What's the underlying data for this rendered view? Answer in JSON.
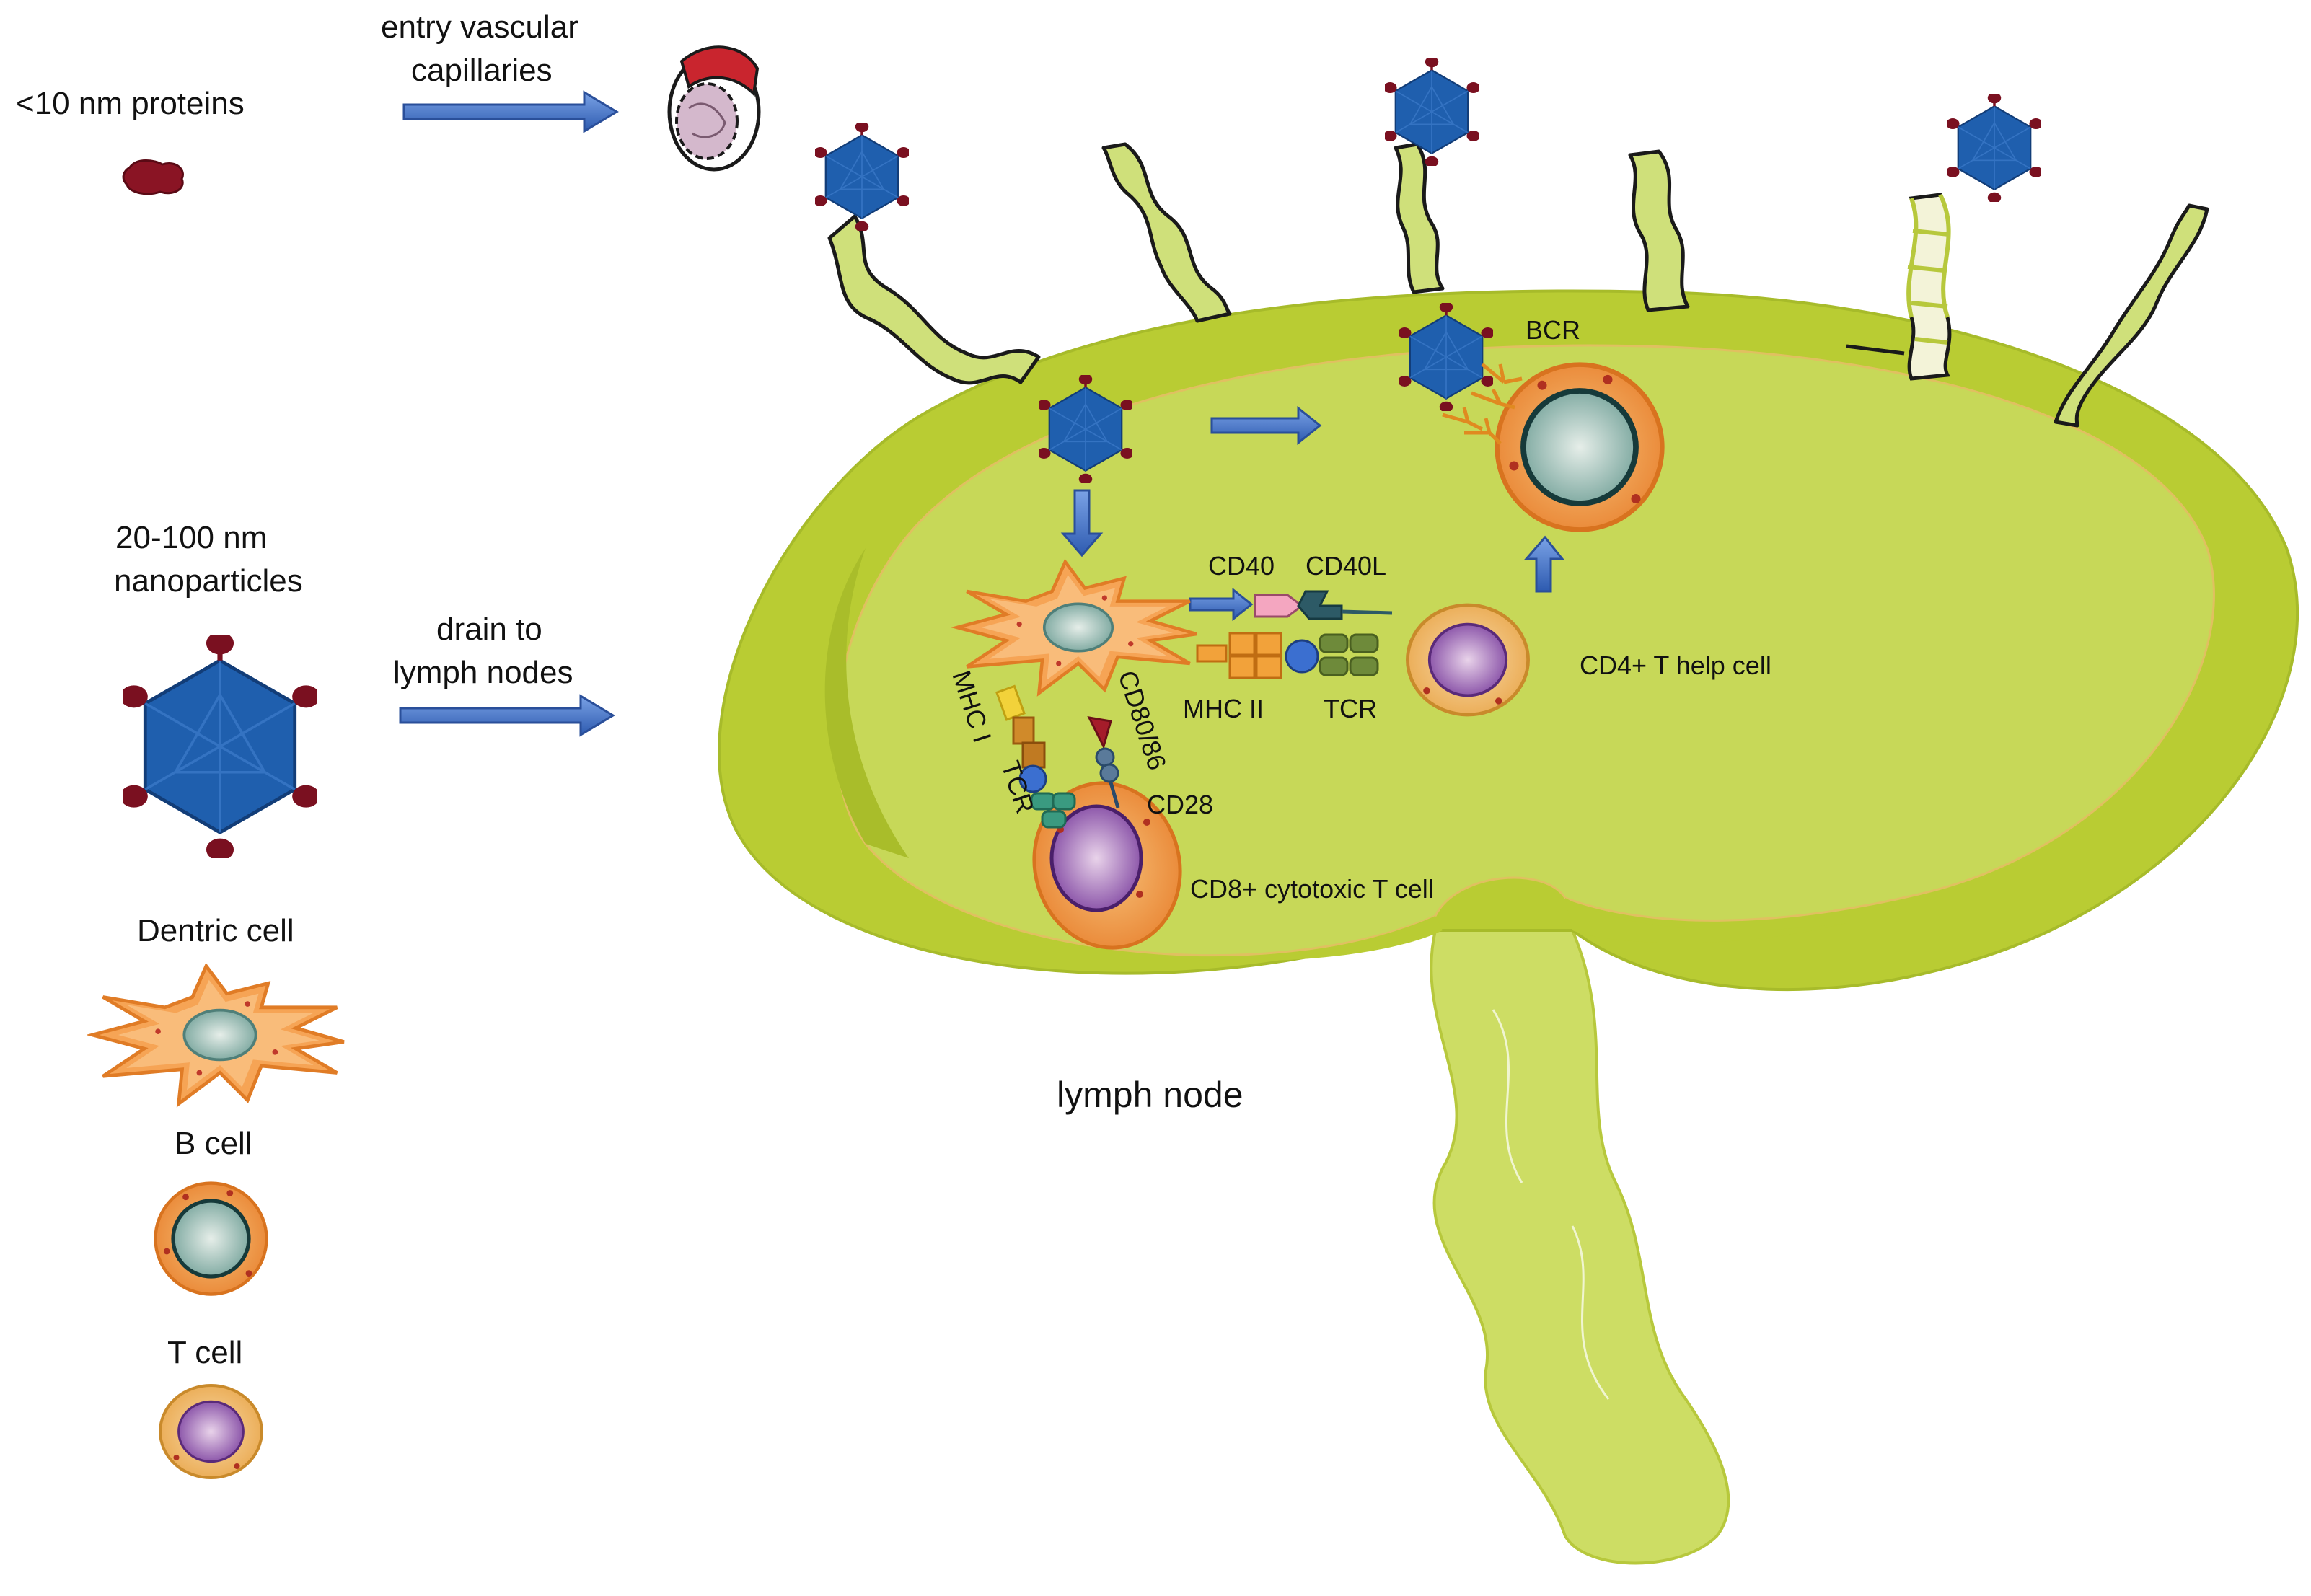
{
  "legend": {
    "small_proteins": "<10 nm proteins",
    "nanoparticles_line1": "20-100 nm",
    "nanoparticles_line2": "nanoparticles",
    "dendritic_cell": "Dentric cell",
    "b_cell": "B cell",
    "t_cell": "T cell"
  },
  "arrows": {
    "entry_line1": "entry vascular",
    "entry_line2": "capillaries",
    "drain_line1": "drain to",
    "drain_line2": "lymph nodes"
  },
  "lymph_node": {
    "label": "lymph node",
    "bcr": "BCR",
    "cd40": "CD40",
    "cd40l": "CD40L",
    "mhc_ii": "MHC II",
    "tcr_cd4": "TCR",
    "cd4_cell": "CD4+ T help cell",
    "mhc_i": "MHC I",
    "tcr_cd8": "TCR",
    "cd80_86": "CD80/86",
    "cd28": "CD28",
    "cd8_cell": "CD8+  cytotoxic T cell"
  },
  "colors": {
    "node_outer": "#b9cc33",
    "node_inner": "#c7d858",
    "vessel": "#cfe07a",
    "particle": "#1f5fae",
    "particle_knob": "#7a1020",
    "arrow": "#3f6fc4",
    "cell_orange": "#f0a050",
    "nucleus_purple": "#8a4aa8",
    "nucleus_teal": "#7fb0a8"
  }
}
